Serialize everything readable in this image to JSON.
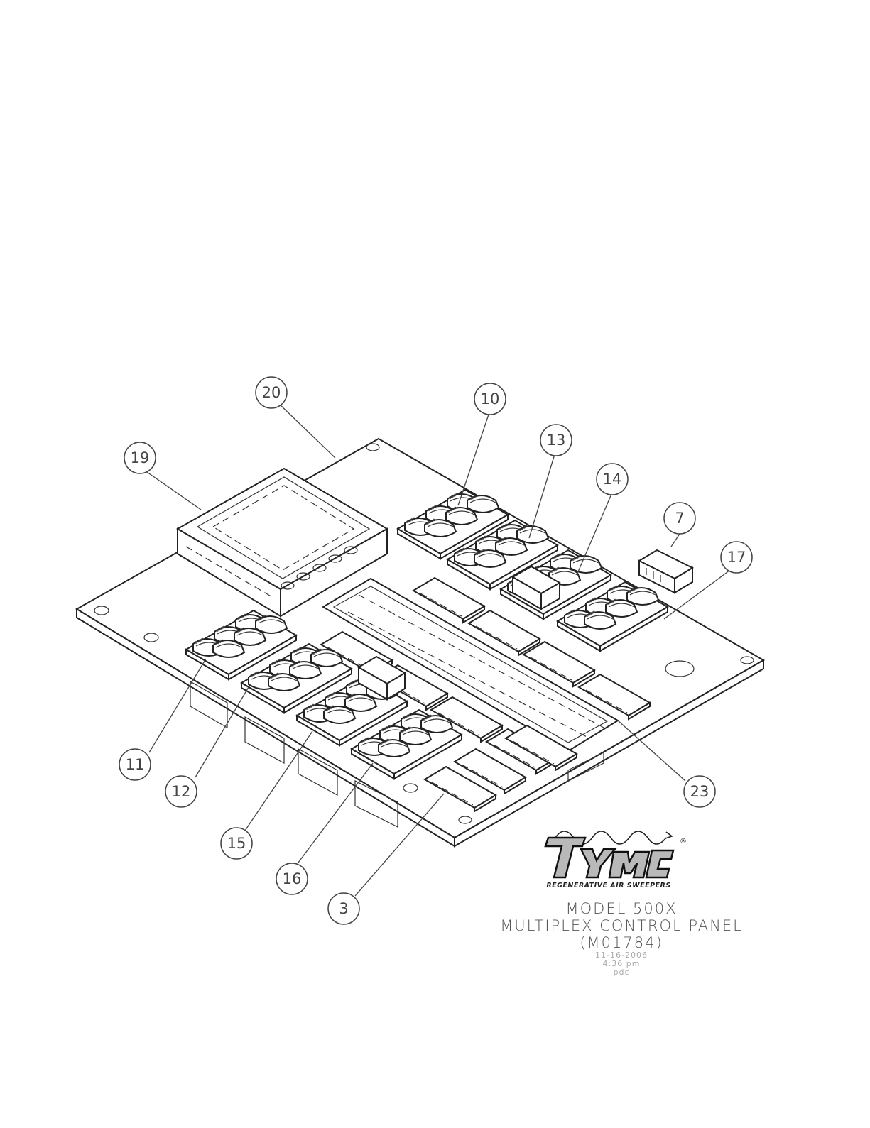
{
  "drawing": {
    "callouts": [
      {
        "label": "20"
      },
      {
        "label": "19"
      },
      {
        "label": "10"
      },
      {
        "label": "13"
      },
      {
        "label": "14"
      },
      {
        "label": "7"
      },
      {
        "label": "17"
      },
      {
        "label": "11"
      },
      {
        "label": "12"
      },
      {
        "label": "15"
      },
      {
        "label": "16"
      },
      {
        "label": "3"
      },
      {
        "label": "23"
      }
    ]
  },
  "logo": {
    "brand": "TYMCO",
    "tagline": "REGENERATIVE AIR SWEEPERS",
    "registered": "®"
  },
  "title_block": {
    "model": "MODEL 500X",
    "name": "MULTIPLEX CONTROL PANEL",
    "part_number": "(M01784)",
    "date": "11-16-2006",
    "time": "4:36 pm",
    "author": "pdc"
  },
  "colors": {
    "line": "#222222",
    "logo_gray": "#b9b9b9",
    "text_gray": "#555555"
  }
}
